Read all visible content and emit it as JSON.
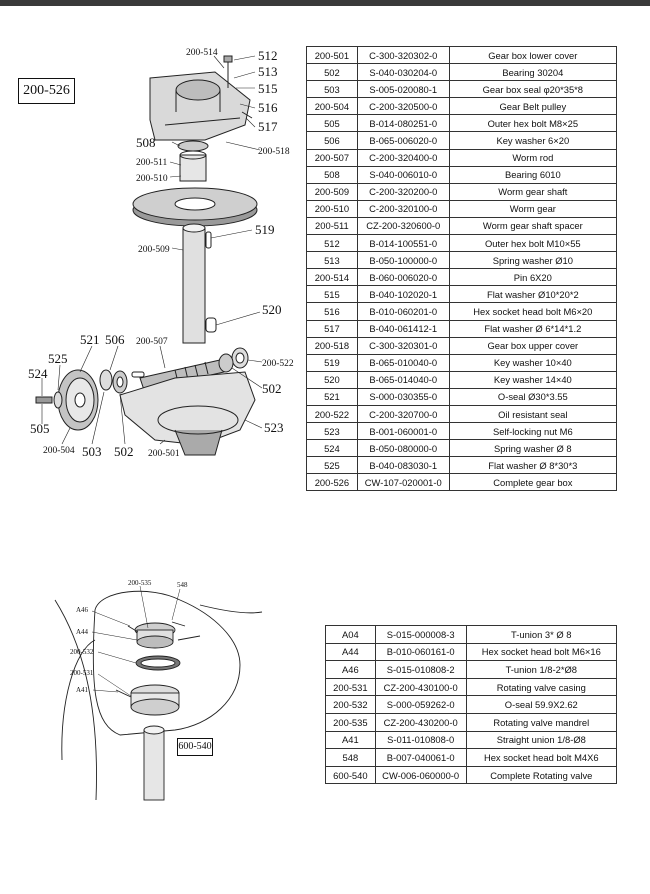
{
  "diagram1": {
    "box_label": "200-526",
    "callouts": {
      "c514": "200-514",
      "c512": "512",
      "c513": "513",
      "c515": "515",
      "c516": "516",
      "c517": "517",
      "c508": "508",
      "c518": "200-518",
      "c511": "200-511",
      "c510": "200-510",
      "c519": "519",
      "c509": "200-509",
      "c520": "520",
      "c521": "521",
      "c506": "506",
      "c507": "200-507",
      "c522": "200-522",
      "c525": "525",
      "c524": "524",
      "c502a": "502",
      "c505": "505",
      "c523": "523",
      "c504": "200-504",
      "c503": "503",
      "c502b": "502",
      "c501": "200-501"
    }
  },
  "table1": [
    [
      "200-501",
      "C-300-320302-0",
      "Gear box lower cover"
    ],
    [
      "502",
      "S-040-030204-0",
      "Bearing 30204"
    ],
    [
      "503",
      "S-005-020080-1",
      "Gear box seal φ20*35*8"
    ],
    [
      "200-504",
      "C-200-320500-0",
      "Gear Belt pulley"
    ],
    [
      "505",
      "B-014-080251-0",
      "Outer hex bolt M8×25"
    ],
    [
      "506",
      "B-065-006020-0",
      "Key washer 6×20"
    ],
    [
      "200-507",
      "C-200-320400-0",
      "Worm rod"
    ],
    [
      "508",
      "S-040-006010-0",
      "Bearing 6010"
    ],
    [
      "200-509",
      "C-200-320200-0",
      "Worm gear shaft"
    ],
    [
      "200-510",
      "C-200-320100-0",
      "Worm gear"
    ],
    [
      "200-511",
      "CZ-200-320600-0",
      "Worm gear shaft spacer"
    ],
    [
      "512",
      "B-014-100551-0",
      "Outer hex bolt M10×55"
    ],
    [
      "513",
      "B-050-100000-0",
      "Spring washer Ø10"
    ],
    [
      "200-514",
      "B-060-006020-0",
      "Pin 6X20"
    ],
    [
      "515",
      "B-040-102020-1",
      "Flat washer Ø10*20*2"
    ],
    [
      "516",
      "B-010-060201-0",
      "Hex socket head bolt M6×20"
    ],
    [
      "517",
      "B-040-061412-1",
      "Flat washer Ø 6*14*1.2"
    ],
    [
      "200-518",
      "C-300-320301-0",
      "Gear box upper cover"
    ],
    [
      "519",
      "B-065-010040-0",
      "Key washer 10×40"
    ],
    [
      "520",
      "B-065-014040-0",
      "Key washer 14×40"
    ],
    [
      "521",
      "S-000-030355-0",
      "O-seal Ø30*3.55"
    ],
    [
      "200-522",
      "C-200-320700-0",
      "Oil resistant seal"
    ],
    [
      "523",
      "B-001-060001-0",
      "Self-locking nut M6"
    ],
    [
      "524",
      "B-050-080000-0",
      "Spring washer   Ø 8"
    ],
    [
      "525",
      "B-040-083030-1",
      "Flat washer Ø 8*30*3"
    ],
    [
      "200-526",
      "CW-107-020001-0",
      "Complete gear box"
    ]
  ],
  "diagram2": {
    "box_label": "600-540",
    "callouts": {
      "c535": "200-535",
      "c548": "548",
      "cA46": "A46",
      "cA44": "A44",
      "c532": "200-532",
      "c531": "200-531",
      "cA41": "A41"
    }
  },
  "table2": [
    [
      "A04",
      "S-015-000008-3",
      "T-union 3* Ø 8"
    ],
    [
      "A44",
      "B-010-060161-0",
      "Hex socket head bolt M6×16"
    ],
    [
      "A46",
      "S-015-010808-2",
      "T-union 1/8-2*Ø8"
    ],
    [
      "200-531",
      "CZ-200-430100-0",
      "Rotating valve casing"
    ],
    [
      "200-532",
      "S-000-059262-0",
      "O-seal 59.9X2.62"
    ],
    [
      "200-535",
      "CZ-200-430200-0",
      "Rotating valve mandrel"
    ],
    [
      "A41",
      "S-011-010808-0",
      "Straight union 1/8-Ø8"
    ],
    [
      "548",
      "B-007-040061-0",
      "Hex socket head bolt M4X6"
    ],
    [
      "600-540",
      "CW-006-060000-0",
      "Complete Rotating valve"
    ]
  ]
}
